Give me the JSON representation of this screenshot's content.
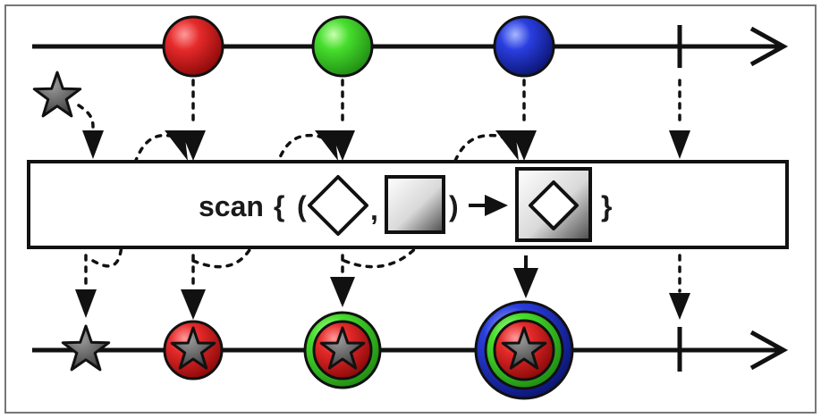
{
  "colors": {
    "red": "#d0151b",
    "green": "#33cc33",
    "blue": "#1e2f9e",
    "star": "#555555",
    "line": "#111111",
    "border": "#777777"
  },
  "operator": {
    "name": "scan",
    "brace_open": "{",
    "paren_open": "(",
    "comma": ",",
    "paren_close": ")",
    "brace_close": "}"
  },
  "icons": {
    "seed": "star-icon",
    "input_item": "circle-icon",
    "accumulator": "diamond-icon",
    "value": "square-icon",
    "output": "diamond-in-square-icon",
    "completion": "vertical-bar-icon"
  },
  "input_stream": [
    "red",
    "green",
    "blue"
  ],
  "output_stream": [
    {
      "rings": []
    },
    {
      "rings": [
        "red"
      ]
    },
    {
      "rings": [
        "red",
        "green"
      ]
    },
    {
      "rings": [
        "red",
        "green",
        "blue"
      ]
    }
  ]
}
